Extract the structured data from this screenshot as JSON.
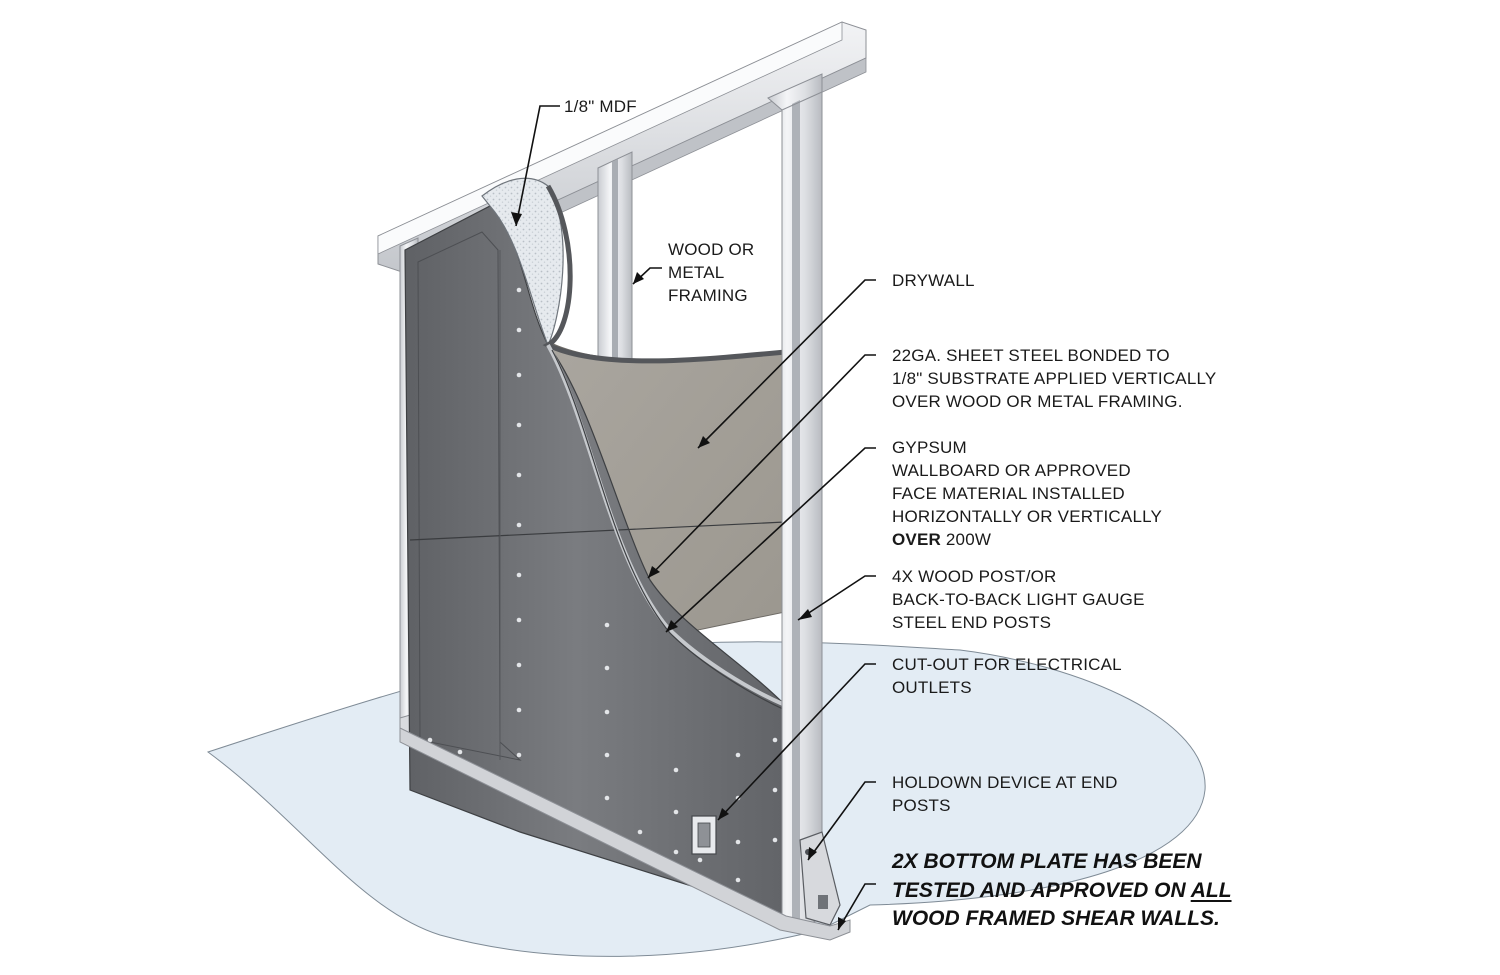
{
  "labels": {
    "mdf": "1/8\" MDF",
    "framing": [
      "WOOD OR",
      "METAL",
      "FRAMING"
    ],
    "drywall": "DRYWALL",
    "sheet_steel": [
      "22GA. SHEET STEEL BONDED TO",
      "1/8\" SUBSTRATE APPLIED VERTICALLY",
      "OVER WOOD OR METAL FRAMING."
    ],
    "gypsum": {
      "lines": [
        "GYPSUM",
        "WALLBOARD OR APPROVED",
        "FACE MATERIAL INSTALLED",
        "HORIZONTALLY OR VERTICALLY"
      ],
      "last_bold": "OVER",
      "last_rest": " 200W"
    },
    "post": [
      "4X WOOD POST/OR",
      "BACK-TO-BACK LIGHT GAUGE",
      "STEEL END POSTS"
    ],
    "cutout": [
      "CUT-OUT FOR ELECTRICAL",
      "OUTLETS"
    ],
    "holdown": [
      "HOLDOWN DEVICE AT END",
      "POSTS"
    ]
  },
  "note": {
    "line1": "2X BOTTOM PLATE HAS BEEN",
    "line2_before": "TESTED AND APPROVED ON ",
    "line2_underlined": "ALL",
    "line3": "WOOD FRAMED SHEAR WALLS."
  },
  "colors": {
    "floor": "#e3ecf4",
    "steel_panel": "#6d6f73",
    "drywall": "#a29e97",
    "framing": "#d6d8dc",
    "mdf": "#e9ecef"
  }
}
